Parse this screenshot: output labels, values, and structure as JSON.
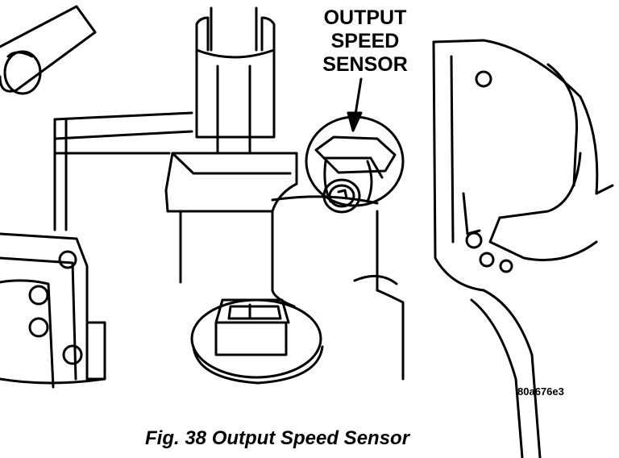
{
  "callout": {
    "line1": "OUTPUT",
    "line2": "SPEED",
    "line3": "SENSOR"
  },
  "figure_code": "80a676e3",
  "caption": "Fig. 38 Output Speed Sensor"
}
